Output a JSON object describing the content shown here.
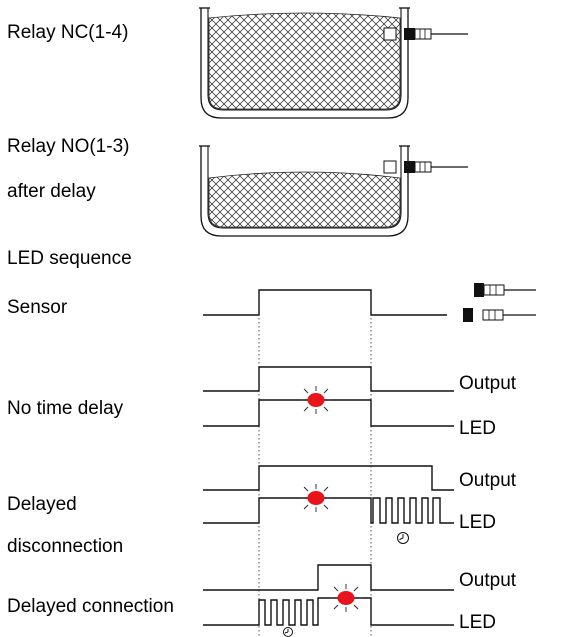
{
  "labels": {
    "relay_nc": "Relay NC(1-4)",
    "relay_no": "Relay NO(1-3)",
    "after_delay": "after delay",
    "led_sequence": "LED sequence",
    "sensor": "Sensor",
    "no_time_delay": "No time delay",
    "delayed": "Delayed",
    "disconnection": "disconnection",
    "delayed_connection": "Delayed connection"
  },
  "signal_labels": {
    "output_1": "Output",
    "led_1": "LED",
    "output_2": "Output",
    "led_2": "LED",
    "output_3": "Output",
    "led_3": "LED"
  },
  "colors": {
    "led_red": "#e8141b",
    "line": "#111111"
  },
  "icons": {
    "tank_full": "tank-full",
    "tank_partial": "tank-partial",
    "sensor_probe": "capacitive-sensor",
    "led_lit": "led-lit",
    "timer": "clock"
  }
}
